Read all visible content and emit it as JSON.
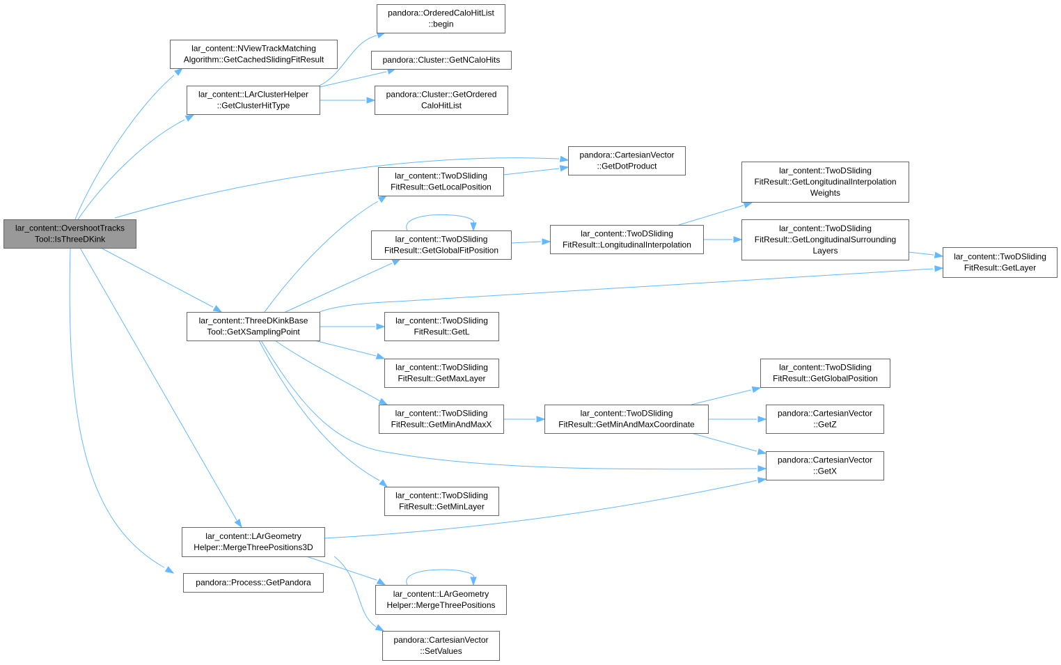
{
  "diagram": {
    "nodes": {
      "root": [
        "lar_content::OvershootTracks",
        "Tool::IsThreeDKink"
      ],
      "getCachedSlidingFitResult": [
        "lar_content::NViewTrackMatching",
        "Algorithm::GetCachedSlidingFitResult"
      ],
      "getClusterHitType": [
        "lar_content::LArClusterHelper",
        "::GetClusterHitType"
      ],
      "orderedCaloHitListBegin": [
        "pandora::OrderedCaloHitList",
        "::begin"
      ],
      "getNCaloHits": [
        "pandora::Cluster::GetNCaloHits"
      ],
      "getOrderedCaloHitList": [
        "pandora::Cluster::GetOrdered",
        "CaloHitList"
      ],
      "getDotProduct": [
        "pandora::CartesianVector",
        "::GetDotProduct"
      ],
      "getLocalPosition": [
        "lar_content::TwoDSliding",
        "FitResult::GetLocalPosition"
      ],
      "getGlobalFitPosition": [
        "lar_content::TwoDSliding",
        "FitResult::GetGlobalFitPosition"
      ],
      "longitudinalInterpolation": [
        "lar_content::TwoDSliding",
        "FitResult::LongitudinalInterpolation"
      ],
      "getLongitudinalInterpolationWeights": [
        "lar_content::TwoDSliding",
        "FitResult::GetLongitudinalInterpolation",
        "Weights"
      ],
      "getLongitudinalSurroundingLayers": [
        "lar_content::TwoDSliding",
        "FitResult::GetLongitudinalSurrounding",
        "Layers"
      ],
      "getLayer": [
        "lar_content::TwoDSliding",
        "FitResult::GetLayer"
      ],
      "getXSamplingPoint": [
        "lar_content::ThreeDKinkBase",
        "Tool::GetXSamplingPoint"
      ],
      "getL": [
        "lar_content::TwoDSliding",
        "FitResult::GetL"
      ],
      "getMaxLayer": [
        "lar_content::TwoDSliding",
        "FitResult::GetMaxLayer"
      ],
      "getMinAndMaxX": [
        "lar_content::TwoDSliding",
        "FitResult::GetMinAndMaxX"
      ],
      "getMinAndMaxCoordinate": [
        "lar_content::TwoDSliding",
        "FitResult::GetMinAndMaxCoordinate"
      ],
      "getGlobalPosition": [
        "lar_content::TwoDSliding",
        "FitResult::GetGlobalPosition"
      ],
      "getZ": [
        "pandora::CartesianVector",
        "::GetZ"
      ],
      "getX": [
        "pandora::CartesianVector",
        "::GetX"
      ],
      "getMinLayer": [
        "lar_content::TwoDSliding",
        "FitResult::GetMinLayer"
      ],
      "mergeThreePositions3D": [
        "lar_content::LArGeometry",
        "Helper::MergeThreePositions3D"
      ],
      "getPandora": [
        "pandora::Process::GetPandora"
      ],
      "mergeThreePositions": [
        "lar_content::LArGeometry",
        "Helper::MergeThreePositions"
      ],
      "setValues": [
        "pandora::CartesianVector",
        "::SetValues"
      ]
    },
    "edges": [
      [
        "root",
        "getCachedSlidingFitResult"
      ],
      [
        "root",
        "getClusterHitType"
      ],
      [
        "root",
        "getDotProduct"
      ],
      [
        "root",
        "getXSamplingPoint"
      ],
      [
        "root",
        "mergeThreePositions3D"
      ],
      [
        "root",
        "getPandora"
      ],
      [
        "getClusterHitType",
        "orderedCaloHitListBegin"
      ],
      [
        "getClusterHitType",
        "getNCaloHits"
      ],
      [
        "getClusterHitType",
        "getOrderedCaloHitList"
      ],
      [
        "getXSamplingPoint",
        "getLocalPosition"
      ],
      [
        "getXSamplingPoint",
        "getGlobalFitPosition"
      ],
      [
        "getXSamplingPoint",
        "getLayer"
      ],
      [
        "getXSamplingPoint",
        "getL"
      ],
      [
        "getXSamplingPoint",
        "getMaxLayer"
      ],
      [
        "getXSamplingPoint",
        "getMinAndMaxX"
      ],
      [
        "getXSamplingPoint",
        "getX"
      ],
      [
        "getXSamplingPoint",
        "getMinLayer"
      ],
      [
        "getLocalPosition",
        "getDotProduct"
      ],
      [
        "getGlobalFitPosition",
        "getGlobalFitPosition"
      ],
      [
        "getGlobalFitPosition",
        "longitudinalInterpolation"
      ],
      [
        "longitudinalInterpolation",
        "getLongitudinalInterpolationWeights"
      ],
      [
        "longitudinalInterpolation",
        "getLongitudinalSurroundingLayers"
      ],
      [
        "getLongitudinalSurroundingLayers",
        "getLayer"
      ],
      [
        "getMinAndMaxX",
        "getMinAndMaxCoordinate"
      ],
      [
        "getMinAndMaxCoordinate",
        "getGlobalPosition"
      ],
      [
        "getMinAndMaxCoordinate",
        "getZ"
      ],
      [
        "getMinAndMaxCoordinate",
        "getX"
      ],
      [
        "mergeThreePositions3D",
        "getX"
      ],
      [
        "mergeThreePositions3D",
        "mergeThreePositions"
      ],
      [
        "mergeThreePositions3D",
        "setValues"
      ],
      [
        "mergeThreePositions",
        "mergeThreePositions"
      ]
    ],
    "colors": {
      "edge": "#63b8ff",
      "root_fill": "#999999",
      "node_fill": "#ffffff",
      "node_border": "#666666"
    }
  }
}
